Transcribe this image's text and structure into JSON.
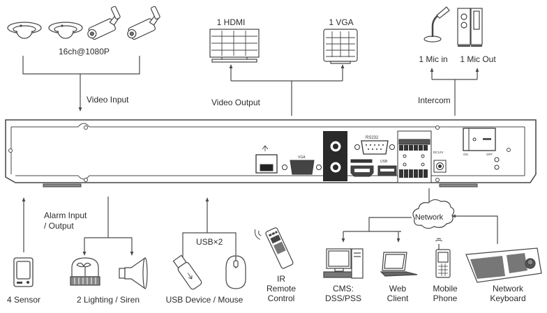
{
  "diagram": {
    "title": "NVR rear panel connection diagram",
    "colors": {
      "line": "#4a4a4a",
      "panel_fill": "#ffffff",
      "port_dark": "#2a2a2a",
      "text": "#2b2b2b"
    }
  },
  "top": {
    "cameras": {
      "label": "16ch@1080P",
      "group_label": "Video Input",
      "icons": [
        "dome-camera-icon",
        "dome-camera-icon",
        "bullet-camera-icon",
        "bullet-camera-icon"
      ]
    },
    "video_output": {
      "group_label": "Video Output",
      "monitors": [
        {
          "label": "1 HDMI",
          "icon": "hdmi-monitor-icon"
        },
        {
          "label": "1 VGA",
          "icon": "vga-monitor-icon"
        }
      ]
    },
    "intercom": {
      "group_label": "Intercom",
      "devices": [
        {
          "label": "1 Mic in",
          "icon": "microphone-icon"
        },
        {
          "label": "1 Mic Out",
          "icon": "speaker-icon"
        }
      ]
    }
  },
  "panel": {
    "ports": {
      "lan": "LAN",
      "vga": "VGA",
      "audio": "AUDIO",
      "rs232": "RS232",
      "hdmi": "HDMI",
      "usb": "USB",
      "power": "DC12V",
      "switch_on": "ON",
      "switch_off": "OFF"
    }
  },
  "bottom": {
    "sensor": {
      "label": "4 Sensor",
      "icon": "sensor-icon"
    },
    "alarm": {
      "group_label_line1": "Alarm Input",
      "group_label_line2": "/ Output",
      "label": "2 Lighting / Siren",
      "icons": [
        "alarm-light-icon",
        "siren-icon"
      ]
    },
    "usb": {
      "group_label": "USB×2",
      "label": "USB Device / Mouse",
      "icons": [
        "usb-drive-icon",
        "mouse-icon"
      ]
    },
    "ir": {
      "label_lines": [
        "IR",
        "Remote",
        "Control"
      ],
      "icon": "ir-remote-icon"
    },
    "network": {
      "cloud_label": "Network",
      "clients": [
        {
          "label_lines": [
            "CMS:",
            "DSS/PSS"
          ],
          "icon": "desktop-pc-icon"
        },
        {
          "label_lines": [
            "Web",
            "Client"
          ],
          "icon": "laptop-icon"
        },
        {
          "label_lines": [
            "Mobile",
            "Phone"
          ],
          "icon": "mobile-phone-icon"
        },
        {
          "label_lines": [
            "Network",
            "Keyboard"
          ],
          "icon": "network-keyboard-icon"
        }
      ]
    }
  }
}
